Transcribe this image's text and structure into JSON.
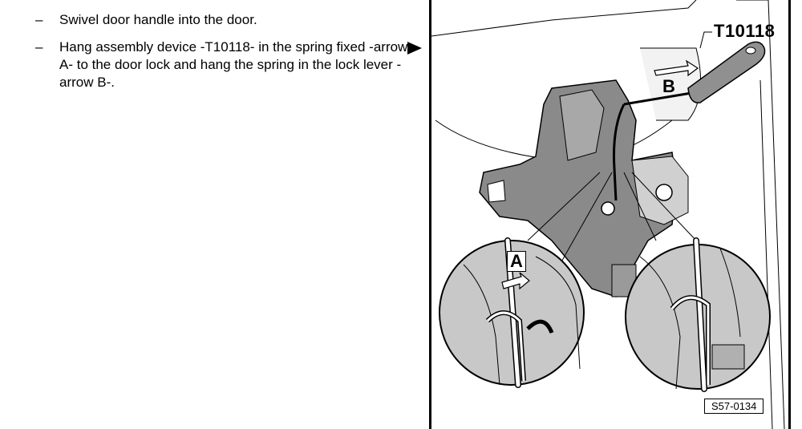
{
  "instructions": [
    {
      "dash": "–",
      "text": "Swivel door handle into the door."
    },
    {
      "dash": "–",
      "text": "Hang assembly device -T10118- in the spring fixed -arrow A- to the door lock and hang the spring in the lock lever -arrow B-."
    }
  ],
  "figure": {
    "tool_label": "T10118",
    "callout_a": "A",
    "callout_b": "B",
    "figure_id": "S57-0134"
  }
}
